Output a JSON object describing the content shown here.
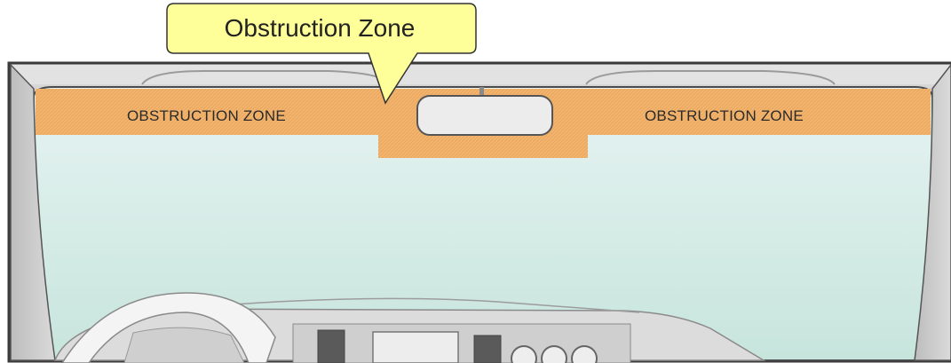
{
  "diagram": {
    "callout": {
      "text": "Obstruction Zone"
    },
    "zones": [
      {
        "label": "OBSTRUCTION ZONE"
      },
      {
        "label": "OBSTRUCTION ZONE"
      }
    ],
    "colors": {
      "frame": "#3a3a3a",
      "pillar": "#cfcfcf",
      "obstruction_zone": "#f2b46e",
      "glass_top": "#e4f2f1",
      "glass_bottom": "#c9e6de",
      "callout_fill": "#ffff99",
      "callout_border": "#333333",
      "dashboard": "#dcdcdc",
      "steering_wheel": "#f4f4f4"
    }
  }
}
